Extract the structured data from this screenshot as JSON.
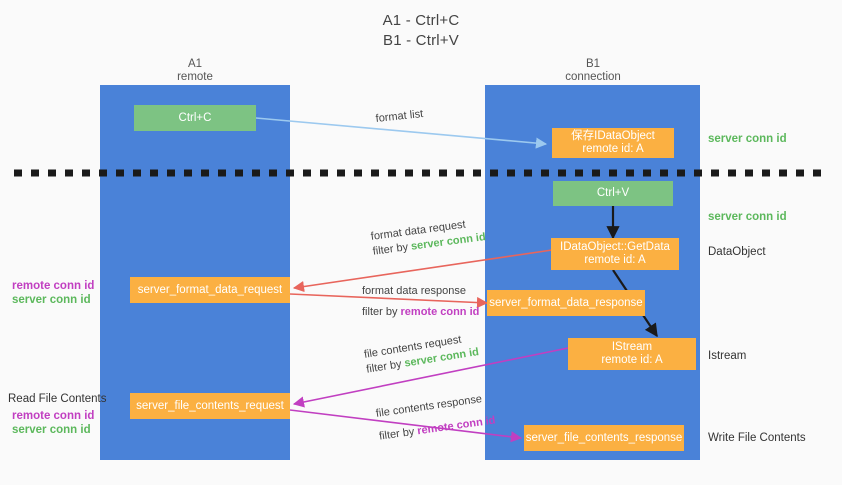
{
  "title": {
    "line1": "A1 - Ctrl+C",
    "line2": "B1 - Ctrl+V"
  },
  "columns": [
    {
      "name": "A1",
      "sub": "remote"
    },
    {
      "name": "B1",
      "sub": "connection"
    }
  ],
  "nodes": {
    "ctrl_c": "Ctrl+C",
    "ctrl_v": "Ctrl+V",
    "save_idataobject_l1": "保存IDataObject",
    "save_idataobject_l2": "remote id: A",
    "getdata_l1": "IDataObject::GetData",
    "getdata_l2": "remote id: A",
    "istream_l1": "IStream",
    "istream_l2": "remote id: A",
    "server_format_data_request": "server_format_data_request",
    "server_format_data_response": "server_format_data_response",
    "server_file_contents_request": "server_file_contents_request",
    "server_file_contents_response": "server_file_contents_response"
  },
  "right_labels": {
    "server_conn_id_top": "server conn id",
    "server_conn_id_mid": "server conn id",
    "dataobject": "DataObject",
    "istream": "Istream",
    "write_file_contents": "Write File Contents"
  },
  "left_labels": {
    "remote_conn_id_1": "remote conn id",
    "server_conn_id_1": "server conn id",
    "read_file_contents": "Read File Contents",
    "remote_conn_id_2": "remote conn id",
    "server_conn_id_2": "server conn id"
  },
  "edge_labels": {
    "format_list": "format list",
    "format_data_request": "format data request",
    "format_data_request_filter_pre": "filter by ",
    "format_data_request_filter_key": "server conn id",
    "format_data_response": "format data response",
    "format_data_response_filter_pre": "filter by ",
    "format_data_response_filter_key": "remote conn id",
    "file_contents_request": "file contents request",
    "file_contents_request_filter_pre": "filter by ",
    "file_contents_request_filter_key": "server conn id",
    "file_contents_response": "file contents response",
    "file_contents_response_filter_pre": "filter by ",
    "file_contents_response_filter_key": "remote conn id"
  },
  "colors": {
    "column_blue": "#4a82d8",
    "node_orange": "#fbb042",
    "node_green": "#7dc383",
    "arrow_light_blue": "#9cc9ef",
    "arrow_red": "#e8655c",
    "arrow_magenta": "#c13fc1",
    "arrow_black": "#1a1a1a",
    "divider_black": "#1a1a1a",
    "text_green": "#5cb85c",
    "text_magenta": "#c13fc1",
    "background": "#fafafa"
  }
}
